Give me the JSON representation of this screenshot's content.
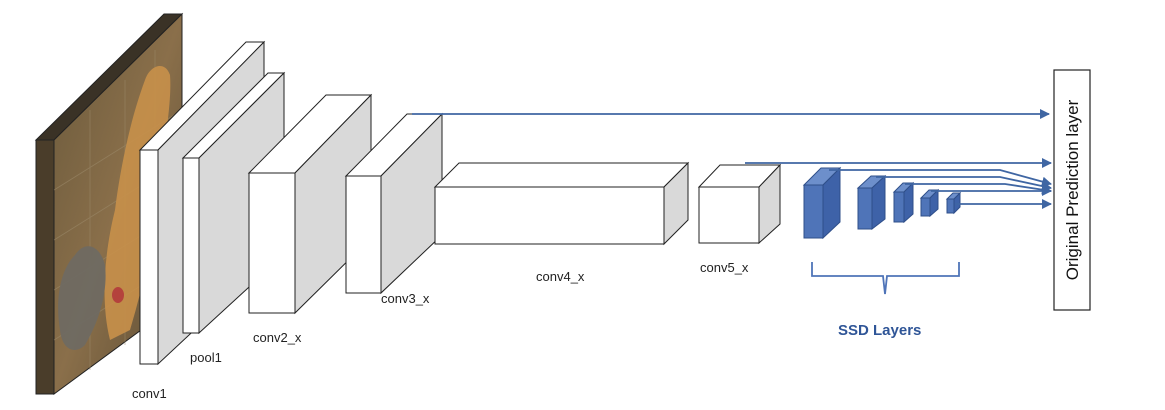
{
  "labels": {
    "conv1": "conv1",
    "pool1": "pool1",
    "conv2": "conv2_x",
    "conv3": "conv3_x",
    "conv4": "conv4_x",
    "conv5": "conv5_x"
  },
  "ssd_label": "SSD Layers",
  "prediction_layer": "Original Prediction layer",
  "colors": {
    "arrow": "#3f66a3",
    "ssd_block": "#4f74b8",
    "ssd_text": "#2f5597",
    "block_front": "#ffffff",
    "block_side": "#d9d9d9"
  },
  "image_description_icon": "input-photo-icon"
}
